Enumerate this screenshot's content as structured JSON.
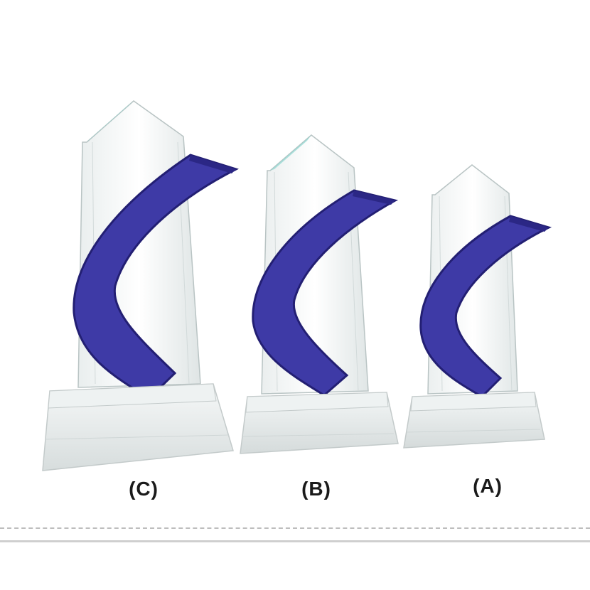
{
  "trophies": [
    {
      "label": "(C)"
    },
    {
      "label": "(B)"
    },
    {
      "label": "(A)"
    }
  ],
  "colors": {
    "ribbon": "#3e3aa6",
    "ribbon_dark": "#231f73",
    "glass_edge": "#b9c4c4",
    "glass_tip": "#8fd6d0",
    "divider": "#bdbdbd"
  }
}
